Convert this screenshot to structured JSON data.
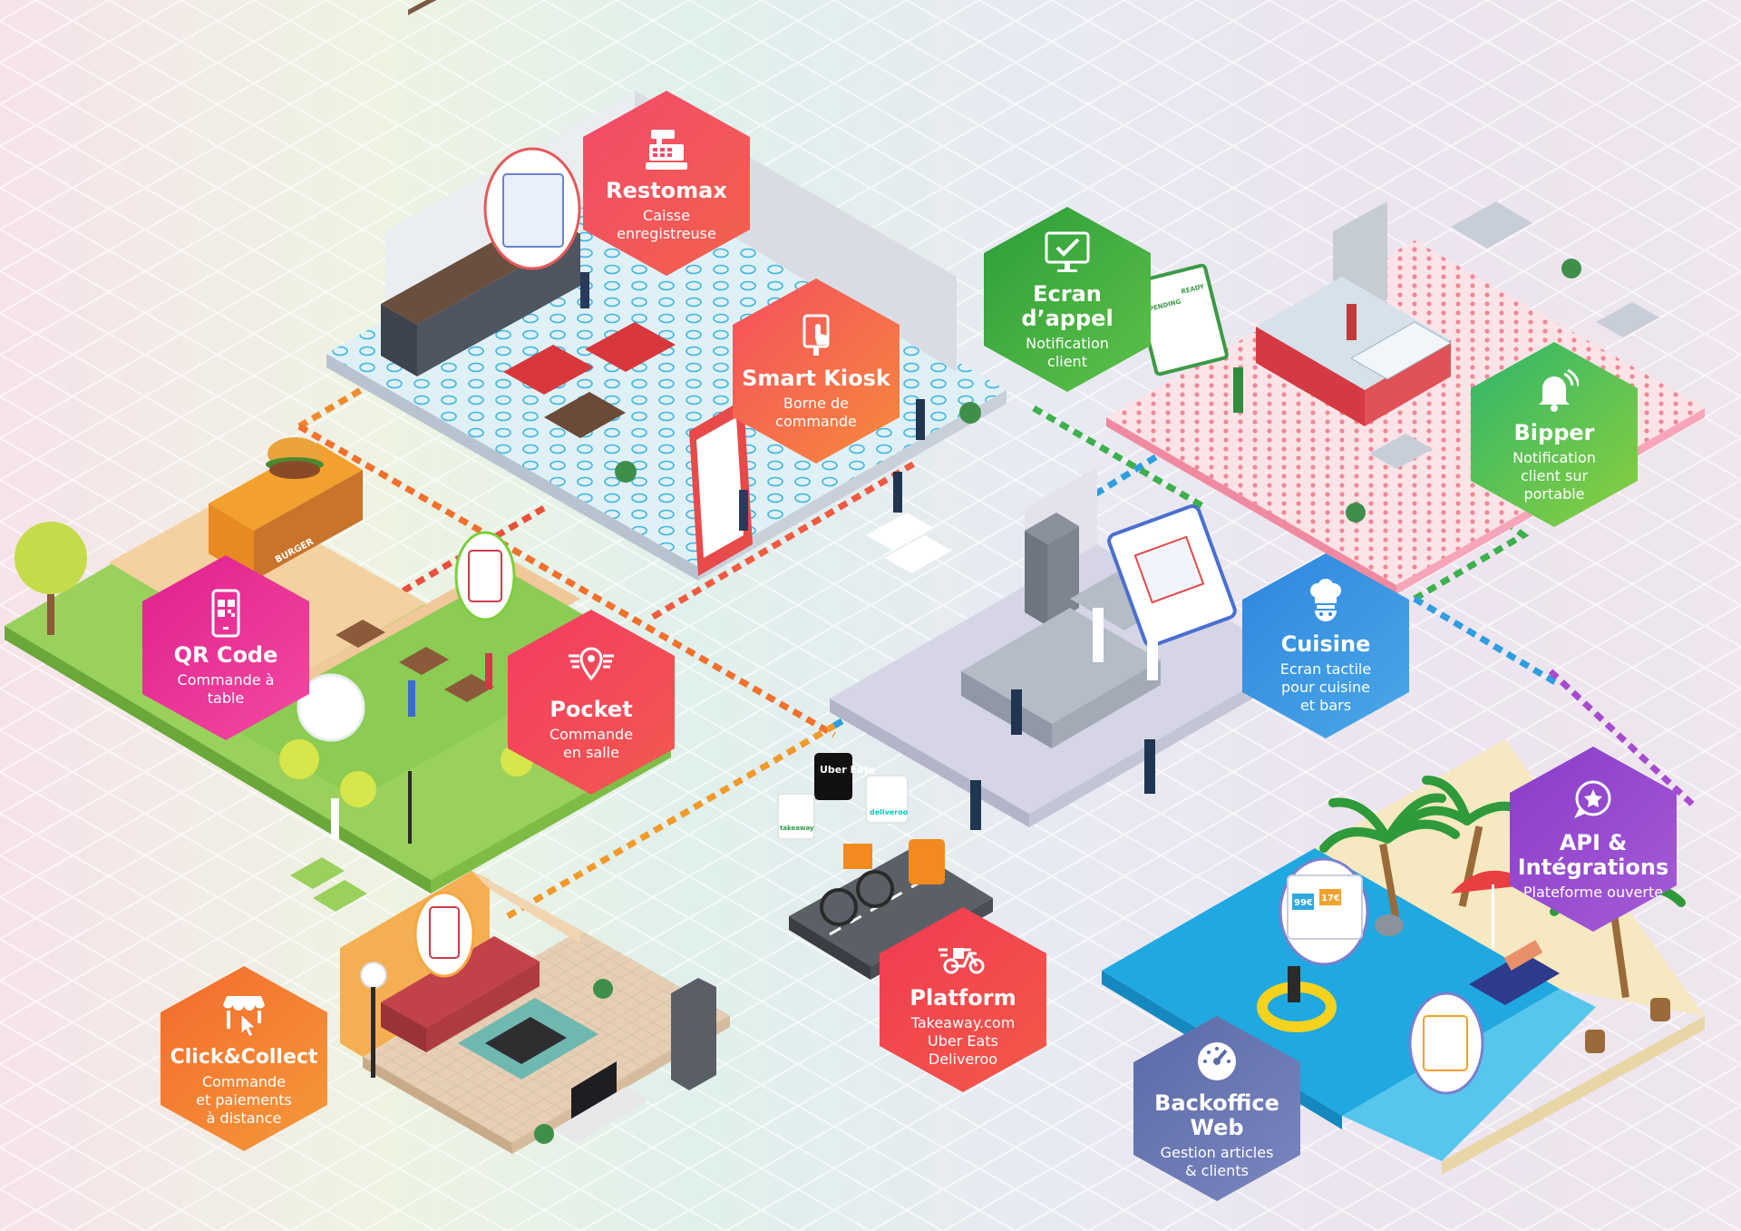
{
  "nodes": [
    {
      "id": "restomax",
      "title": "Restomax",
      "subtitle": "Caisse\nenregistreuse",
      "icon": "cash-register-icon",
      "color1": "#f24a6c",
      "color2": "#f2624a"
    },
    {
      "id": "smart-kiosk",
      "title": "Smart Kiosk",
      "subtitle": "Borne de\ncommande",
      "icon": "touch-kiosk-icon",
      "color1": "#f54f5e",
      "color2": "#f68a3c"
    },
    {
      "id": "ecran-appel",
      "title": "Ecran d’appel",
      "subtitle": "Notification\nclient",
      "icon": "monitor-check-icon",
      "color1": "#2e9c3a",
      "color2": "#5cc248"
    },
    {
      "id": "bipper",
      "title": "Bipper",
      "subtitle": "Notification\nclient sur\nportable",
      "icon": "bell-icon",
      "color1": "#2fb66a",
      "color2": "#8ccf3e"
    },
    {
      "id": "qr-code",
      "title": "QR Code",
      "subtitle": "Commande à\ntable",
      "icon": "qr-code-phone-icon",
      "color1": "#e0208f",
      "color2": "#f24aa0"
    },
    {
      "id": "pocket",
      "title": "Pocket",
      "subtitle": "Commande\nen salle",
      "icon": "location-pin-wings-icon",
      "color1": "#f43b63",
      "color2": "#f25a4e"
    },
    {
      "id": "cuisine",
      "title": "Cuisine",
      "subtitle": "Ecran tactile\npour cuisine\net bars",
      "icon": "chef-hat-icon",
      "color1": "#2f86e0",
      "color2": "#4aa8e6"
    },
    {
      "id": "api",
      "title": "API &\nIntégrations",
      "subtitle": "Plateforme ouverte",
      "icon": "chat-star-icon",
      "color1": "#8a3cc9",
      "color2": "#a45cd6"
    },
    {
      "id": "platform",
      "title": "Platform",
      "subtitle": "Takeaway.com\nUber Eats\nDeliveroo",
      "icon": "delivery-scooter-icon",
      "color1": "#f23a52",
      "color2": "#f25a48"
    },
    {
      "id": "click-collect",
      "title": "Click&Collect",
      "subtitle": "Commande\net paiements\nà distance",
      "icon": "shop-pointer-icon",
      "color1": "#f36a2c",
      "color2": "#f59a3a"
    },
    {
      "id": "backoffice",
      "title": "Backoffice\nWeb",
      "subtitle": "Gestion articles\n& clients",
      "icon": "dashboard-gauge-icon",
      "color1": "#5a6aa8",
      "color2": "#7b86bf"
    }
  ],
  "delivery_badges": {
    "uber": "Uber\nEats",
    "deliveroo": "deliveroo",
    "takeaway": "takeaway",
    "truck": "BURGER"
  },
  "screens": {
    "pending": "PENDING",
    "ready": "READY",
    "price1": "99€",
    "price2": "17€"
  },
  "colors": {
    "connector_orange": "#f08a2c",
    "connector_blue": "#2e9ee0",
    "connector_green": "#3cb04c",
    "connector_purple": "#a64cd0"
  }
}
